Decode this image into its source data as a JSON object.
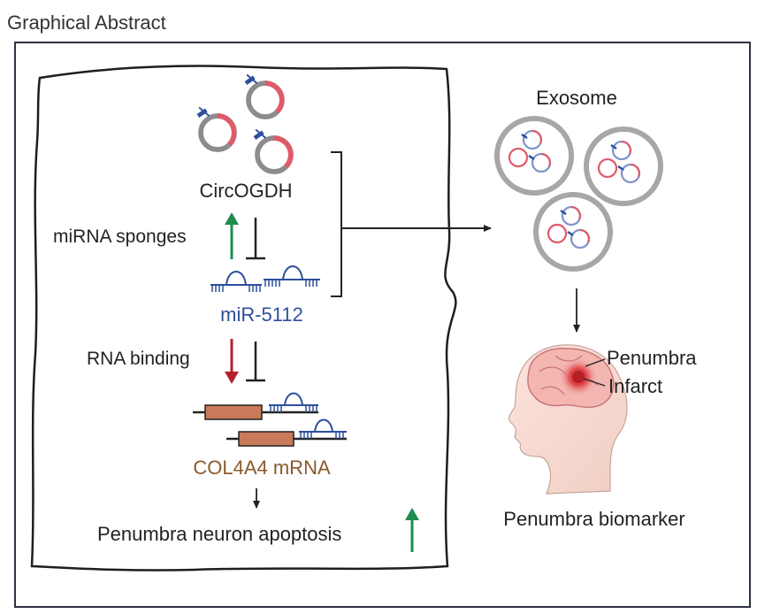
{
  "header": {
    "title": "Graphical Abstract"
  },
  "diagram": {
    "circ_label": "CircOGDH",
    "mirna_label": "miR-5112",
    "mrna_label": "COL4A4 mRNA",
    "sponge_label": "miRNA sponges",
    "binding_label": "RNA binding",
    "apoptosis_label": "Penumbra neuron apoptosis",
    "exosome_label": "Exosome",
    "penumbra_label": "Penumbra",
    "infarct_label": "Infarct",
    "biomarker_label": "Penumbra biomarker"
  },
  "colors": {
    "frame": "#2d3144",
    "cell_outline": "#1e1e1e",
    "mirna_blue": "#2d4f9c",
    "mrna_brown": "#8a5a2b",
    "mrna_box": "#c87a5a",
    "up_green": "#1e8c4c",
    "down_red": "#b3212d",
    "circ_red": "#e05a6a",
    "circ_gray": "#8c8c8c",
    "brain_red": "#d9303a"
  }
}
